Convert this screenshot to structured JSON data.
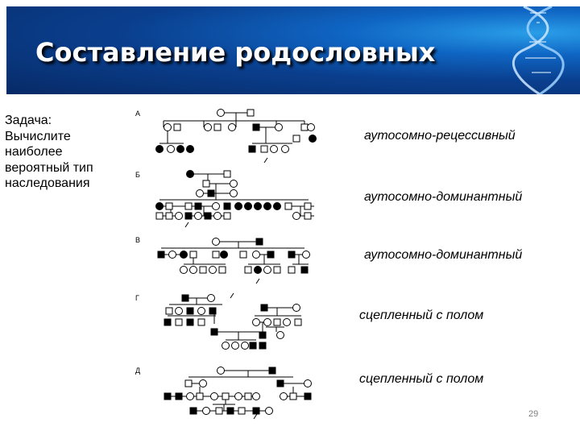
{
  "slide": {
    "title": "Составление родословных",
    "task": "Задача:\nВычислите\nнаиболее\nвероятный тип\nнаследования",
    "slide_number": "29"
  },
  "pedigrees": [
    {
      "letter": "А",
      "answer": "аутосомно-рецессивный"
    },
    {
      "letter": "Б",
      "answer": "аутосомно-доминантный"
    },
    {
      "letter": "В",
      "answer": "аутосомно-доминантный"
    },
    {
      "letter": "Г",
      "answer": "сцепленный с полом"
    },
    {
      "letter": "Д",
      "answer": "сцепленный с полом"
    }
  ],
  "colors": {
    "banner": "#0a3f8e",
    "title": "#ffffff",
    "symbol": "#000000"
  }
}
